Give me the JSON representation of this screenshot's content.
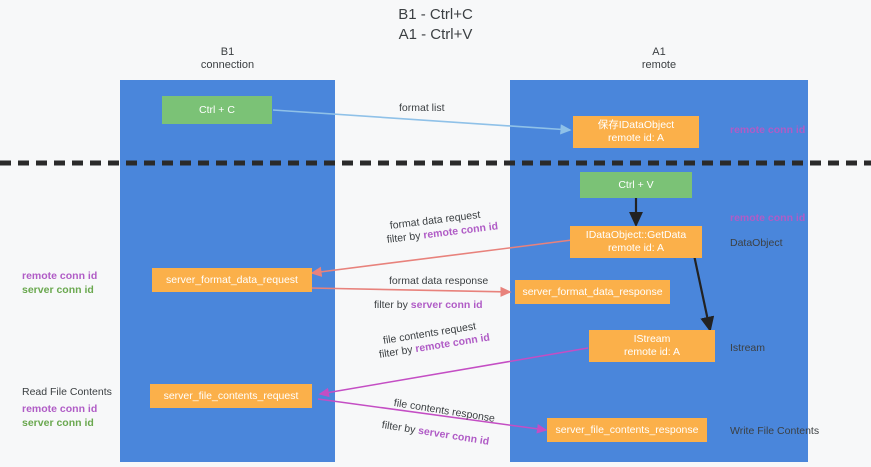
{
  "title": {
    "line1": "B1 - Ctrl+C",
    "line2": "A1 - Ctrl+V"
  },
  "columns": [
    {
      "id": "b1",
      "name": "B1",
      "role": "connection"
    },
    {
      "id": "a1",
      "name": "A1",
      "role": "remote"
    }
  ],
  "nodes": {
    "ctrl_c": {
      "label": "Ctrl + C",
      "color": "#7bc276"
    },
    "idataobject_saved": {
      "line1": "保存IDataObject",
      "line2": "remote id: A",
      "color": "#fbb04a"
    },
    "ctrl_v": {
      "label": "Ctrl + V",
      "color": "#7bc276"
    },
    "idataobject_getdata": {
      "line1": "IDataObject::GetData",
      "line2": "remote id: A",
      "color": "#fbb04a"
    },
    "server_format_data_request": {
      "label": "server_format_data_request",
      "color": "#fbb04a"
    },
    "server_format_data_response": {
      "label": "server_format_data_response",
      "color": "#fbb04a"
    },
    "istream": {
      "line1": "IStream",
      "line2": "remote id: A",
      "color": "#fbb04a"
    },
    "server_file_contents_request": {
      "label": "server_file_contents_request",
      "color": "#fbb04a"
    },
    "server_file_contents_response": {
      "label": "server_file_contents_response",
      "color": "#fbb04a"
    }
  },
  "edge_labels": {
    "format_list": "format list",
    "format_data_request": "format data request",
    "format_data_request_filter_prefix": "filter by ",
    "format_data_request_filter_key": "remote conn id",
    "format_data_response": "format data response",
    "format_data_response_filter_prefix": "filter by ",
    "format_data_response_filter_key": "server conn id",
    "file_contents_request": "file contents request",
    "file_contents_request_filter_prefix": "filter by ",
    "file_contents_request_filter_key": "remote conn id",
    "file_contents_response": "file contents response",
    "file_contents_response_filter_prefix": "filter by ",
    "file_contents_response_filter_key": "server conn id"
  },
  "left_annotations": {
    "mid_remote": "remote conn id",
    "mid_server": "server conn id",
    "read_file_contents": "Read File Contents",
    "bottom_remote": "remote conn id",
    "bottom_server": "server conn id"
  },
  "right_annotations": {
    "top_remote": "remote conn id",
    "mid_remote": "remote conn id",
    "dataobject": "DataObject",
    "istream": "Istream",
    "write_file_contents": "Write File Contents"
  },
  "colors": {
    "column_blue": "#4a86db",
    "node_green": "#7bc276",
    "node_orange": "#fbb04a",
    "accent_purple": "#b05cc6",
    "accent_green": "#6aa84f",
    "arrow_red": "#e8827c",
    "arrow_lightblue": "#8fc1e8",
    "arrow_magenta": "#c44ec4",
    "arrow_black": "#222222",
    "divider": "#2a2a2a",
    "background": "#f7f8f9"
  }
}
